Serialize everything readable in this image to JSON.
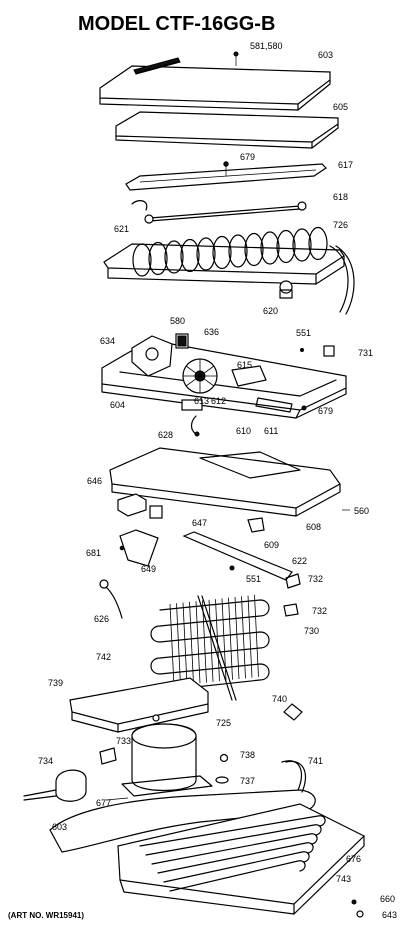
{
  "title": "MODEL CTF-16GG-B",
  "art_no": "(ART NO. WR15941)",
  "callouts": {
    "c581580": "581,580",
    "c603top": "603",
    "c605": "605",
    "c679top": "679",
    "c617": "617",
    "c618": "618",
    "c621": "621",
    "c726": "726",
    "c620": "620",
    "c580": "580",
    "c636": "636",
    "c634": "634",
    "c551a": "551",
    "c731": "731",
    "c615": "615",
    "c604": "604",
    "c613": "613",
    "c612": "612",
    "c628": "628",
    "c610": "610",
    "c611": "611",
    "c679": "679",
    "c646": "646",
    "c560": "560",
    "c647": "647",
    "c608": "608",
    "c609": "609",
    "c681": "681",
    "c649": "649",
    "c622": "622",
    "c551b": "551",
    "c732a": "732",
    "c626": "626",
    "c732b": "732",
    "c730": "730",
    "c742": "742",
    "c739": "739",
    "c740": "740",
    "c725": "725",
    "c733": "733",
    "c738": "738",
    "c734": "734",
    "c741": "741",
    "c737": "737",
    "c677": "677",
    "c603": "603",
    "c676": "676",
    "c743": "743",
    "c660": "660",
    "c643": "643"
  }
}
